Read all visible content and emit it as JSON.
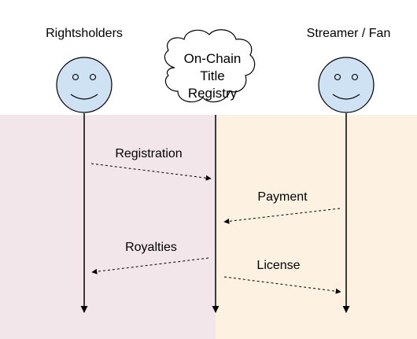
{
  "actors": {
    "left": {
      "name": "Rightsholders"
    },
    "center": {
      "lines": [
        "On-Chain",
        "Title",
        "Registry"
      ]
    },
    "right": {
      "name": "Streamer / Fan"
    }
  },
  "messages": {
    "registration": "Registration",
    "payment": "Payment",
    "royalties": "Royalties",
    "license": "License"
  },
  "colors": {
    "left_zone": "#f3e6ea",
    "right_zone": "#fdf2e2",
    "face_fill": "#cfe2f3",
    "stroke": "#000000"
  }
}
